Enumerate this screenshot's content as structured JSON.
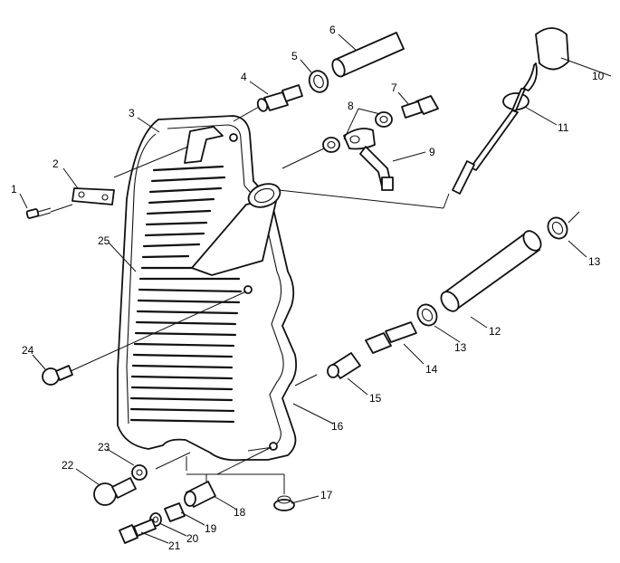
{
  "diagram": {
    "callouts": [
      {
        "label": "1"
      },
      {
        "label": "2"
      },
      {
        "label": "3"
      },
      {
        "label": "4"
      },
      {
        "label": "5"
      },
      {
        "label": "6"
      },
      {
        "label": "7"
      },
      {
        "label": "8"
      },
      {
        "label": "9"
      },
      {
        "label": "10"
      },
      {
        "label": "11"
      },
      {
        "label": "12"
      },
      {
        "label": "13"
      },
      {
        "label": "13"
      },
      {
        "label": "14"
      },
      {
        "label": "15"
      },
      {
        "label": "16"
      },
      {
        "label": "17"
      },
      {
        "label": "18"
      },
      {
        "label": "19"
      },
      {
        "label": "20"
      },
      {
        "label": "21"
      },
      {
        "label": "22"
      },
      {
        "label": "23"
      },
      {
        "label": "24"
      },
      {
        "label": "25"
      }
    ]
  }
}
